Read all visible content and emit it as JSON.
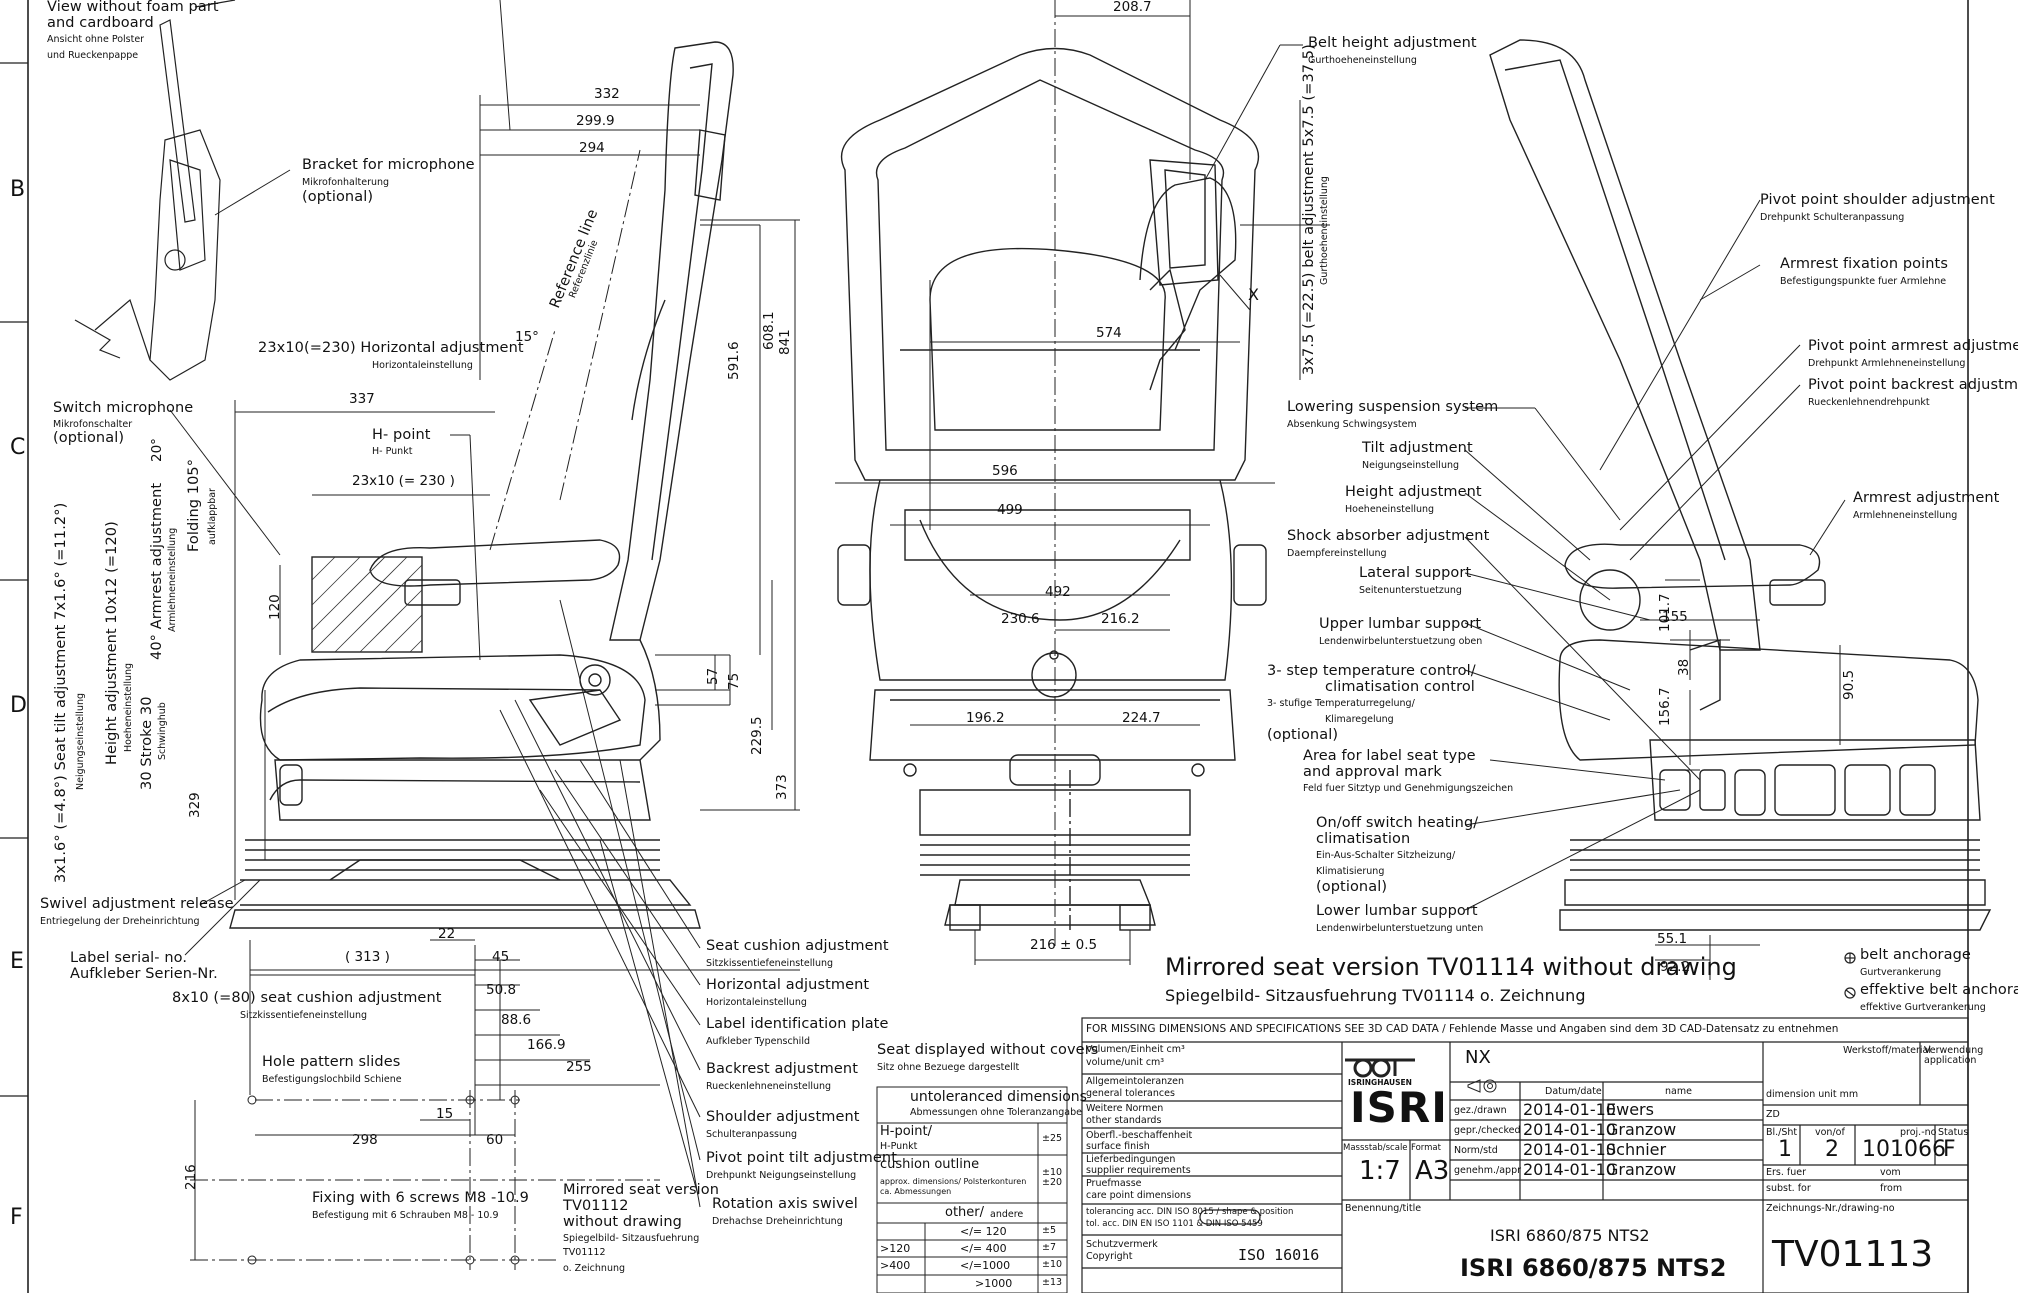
{
  "axis": {
    "rows": [
      "B",
      "C",
      "D",
      "E",
      "F"
    ]
  },
  "labels": {
    "view_without_foam": "View without foam part",
    "and_cardboard": "and cardboard",
    "ansicht_1": "Ansicht ohne Polster",
    "ansicht_2": "und Rueckenpappe",
    "bracket": "Bracket for microphone",
    "bracket_de": "Mikrofonhalterung",
    "bracket_opt": "(optional)",
    "reference_line": "Reference line",
    "reference_line_de": "Referenzlinie",
    "horiz_adj": "23x10(=230) Horizontal adjustment",
    "horiz_adj_de": "Horizontaleinstellung",
    "switch_mic": "Switch microphone",
    "switch_mic_de": "Mikrofonschalter",
    "switch_mic_opt": "(optional)",
    "h_point": "H- point",
    "h_point_de": "H- Punkt",
    "folding": "Folding 105°",
    "folding_de": "aufklappbar",
    "armrest_adj": "40° Armrest adjustment",
    "armrest_adj_de": "Armlehneneinstellung",
    "height_adj_v": "Height adjustment 10x12 (=120)",
    "height_adj_v_de": "Hoeheneinstellung",
    "stroke": "30 Stroke 30",
    "stroke_de": "Schwinghub",
    "seat_tilt": "3x1.6° (=4.8°) Seat tilt adjustment 7x1.6° (=11.2°)",
    "seat_tilt_de": "Neigungseinstellung",
    "swivel_release": "Swivel adjustment release",
    "swivel_release_de": "Entriegelung der Dreheinrichtung",
    "label_serial": "Label serial- no.",
    "label_serial_de": "Aufkleber Serien-Nr.",
    "seat_cushion_8x10": "8x10 (=80) seat cushion adjustment",
    "seat_cushion_8x10_de": "Sitzkissentiefeneinstellung",
    "hole_pattern": "Hole pattern slides",
    "hole_pattern_de": "Befestigungslochbild Schiene",
    "fixing": "Fixing with 6 screws M8 -10.9",
    "fixing_de": "Befestigung mit 6 Schrauben M8 - 10.9",
    "mirrored_1": "Mirrored seat version",
    "mirrored_2": "TV01112",
    "mirrored_3": "without drawing",
    "mirrored_de1": "Spiegelbild- Sitzausfuehrung",
    "mirrored_de2": "TV01112",
    "mirrored_de3": "o. Zeichnung",
    "seat_cushion_adj": "Seat cushion adjustment",
    "seat_cushion_adj_de": "Sitzkissentiefeneinstellung",
    "horizontal_adj": "Horizontal adjustment",
    "horizontal_adj_de": "Horizontaleinstellung",
    "label_plate": "Label identification plate",
    "label_plate_de": "Aufkleber Typenschild",
    "backrest_adj": "Backrest adjustment",
    "backrest_adj_de": "Rueckenlehneneinstellung",
    "shoulder_adj": "Shoulder adjustment",
    "shoulder_adj_de": "Schulteranpassung",
    "pivot_tilt": "Pivot point tilt adjustment",
    "pivot_tilt_de": "Drehpunkt Neigungseinstellung",
    "rotation_axis": "Rotation axis swivel",
    "rotation_axis_de": "Drehachse Dreheinrichtung",
    "belt_height": "Belt height adjustment",
    "belt_height_de": "Gurthoeheneinstellung",
    "belt_height_v": "3x7.5 (=22.5) belt adjustment 5x7.5 (=37.5)",
    "belt_height_v_de": "Gurthoeheneinstellung",
    "lowering": "Lowering suspension system",
    "lowering_de": "Absenkung Schwingsystem",
    "tilt_adj": "Tilt adjustment",
    "tilt_adj_de": "Neigungseinstellung",
    "height_adj": "Height adjustment",
    "height_adj_de": "Hoeheneinstellung",
    "shock": "Shock absorber adjustment",
    "shock_de": "Daempfereinstellung",
    "lateral": "Lateral support",
    "lateral_de": "Seitenunterstuetzung",
    "upper_lumbar": "Upper lumbar support",
    "upper_lumbar_de": "Lendenwirbelunterstuetzung oben",
    "temp_1": "3- step temperature control/",
    "temp_2": "climatisation control",
    "temp_de1": "3- stufige Temperaturregelung/",
    "temp_de2": "Klimaregelung",
    "temp_opt": "(optional)",
    "area_label_1": "Area for label seat type",
    "area_label_2": "and approval mark",
    "area_label_de": "Feld fuer Sitztyp und Genehmigungszeichen",
    "onoff_1": "On/off switch heating/",
    "onoff_2": "climatisation",
    "onoff_de1": "Ein-Aus-Schalter Sitzheizung/",
    "onoff_de2": "Klimatisierung",
    "onoff_opt": "(optional)",
    "lower_lumbar": "Lower lumbar support",
    "lower_lumbar_de": "Lendenwirbelunterstuetzung unten",
    "pivot_shoulder": "Pivot point shoulder adjustment",
    "pivot_shoulder_de": "Drehpunkt Schulteranpassung",
    "armrest_fix": "Armrest fixation points",
    "armrest_fix_de": "Befestigungspunkte fuer Armlehne",
    "pivot_armrest": "Pivot point armrest adjustment",
    "pivot_armrest_de": "Drehpunkt Armlehneneinstellung",
    "pivot_backrest": "Pivot point backrest adjustment",
    "pivot_backrest_de": "Rueckenlehnendrehpunkt",
    "armrest_adj_r": "Armrest adjustment",
    "armrest_adj_r_de": "Armlehneneinstellung",
    "mirrored_big": "Mirrored seat version TV01114 without drawing",
    "mirrored_big_de": "Spiegelbild- Sitzausfuehrung TV01114 o. Zeichnung",
    "belt_anchorage": "belt anchorage",
    "belt_anchorage_de": "Gurtverankerung",
    "eff_belt": "effektive belt anchorage",
    "eff_belt_de": "effektive Gurtverankerung",
    "seat_displayed": "Seat displayed without covers",
    "seat_displayed_de": "Sitz ohne Bezuege dargestellt"
  },
  "dims": {
    "d208": "208.7",
    "d332": "332",
    "d2999": "299.9",
    "d294": "294",
    "d15deg": "15°",
    "d337": "337",
    "d20deg": "20°",
    "d23x10": "23x10 (= 230 )",
    "d120": "120",
    "d6081": "608.1",
    "d841": "841",
    "d5916": "591.6",
    "d57": "57",
    "d75": "75",
    "d2295": "229.5",
    "d373": "373",
    "d329": "329",
    "d22": "22",
    "d313": "( 313 )",
    "d45": "45",
    "d508": "50.8",
    "d886": "88.6",
    "d1669": "166.9",
    "d255": "255",
    "d15": "15",
    "d298": "298",
    "d60": "60",
    "d216v": "216",
    "d574": "574",
    "d596": "596",
    "d499": "499",
    "d492": "492",
    "d2306": "230.6",
    "d2162": "216.2",
    "d1962": "196.2",
    "d2247": "224.7",
    "d216h": "216 ± 0.5",
    "dX": "X",
    "d1017": "101.7",
    "d38": "38",
    "d1567": "156.7",
    "d155": "155",
    "d905": "90.5",
    "d551": "55.1",
    "d922": "92.2"
  },
  "tolerances": {
    "title": "untoleranced dimensions",
    "title_de": "Abmessungen ohne Toleranzangabe",
    "rows": [
      {
        "a": "H-point/",
        "a_de": "H-Punkt",
        "b": "±25"
      },
      {
        "a": "cushion outline",
        "a_de": "approx. dimensions/ Polsterkonturen ca. Abmessungen",
        "b": "±10 ±20"
      },
      {
        "a": "other/",
        "a_de": "andere",
        "b": ""
      },
      {
        "a": "",
        "m": "</= 120",
        "b": "±5"
      },
      {
        "a": ">120",
        "m": "</= 400",
        "b": "±7"
      },
      {
        "a": ">400",
        "m": "</=1000",
        "b": "±10"
      },
      {
        "a": "",
        "m": ">1000",
        "b": "±13"
      }
    ]
  },
  "title_block": {
    "missing_note": "FOR MISSING DIMENSIONS AND SPECIFICATIONS SEE 3D CAD DATA / Fehlende Masse und Angaben sind dem 3D CAD-Datensatz zu entnehmen",
    "left_rows": [
      {
        "de": "Volumen/Einheit cm³",
        "en": "volume/unit cm³"
      },
      {
        "de": "Allgemeintoleranzen",
        "en": "general tolerances"
      },
      {
        "de": "Weitere Normen",
        "en": "other standards"
      },
      {
        "de": "Oberfl.-beschaffenheit",
        "en": "surface finish"
      },
      {
        "de": "Lieferbedingungen",
        "en": "supplier requirements"
      },
      {
        "de": "Pruefmasse",
        "en": "care point dimensions"
      },
      {
        "de": "tolerancing acc. DIN ISO 8015 / shape & position",
        "en": "tol. acc. DIN EN ISO 1101 & DIN ISO 5459"
      },
      {
        "de": "Schutzvermerk",
        "en": "Copyright"
      }
    ],
    "iso": "ISO 16016",
    "logo_text": "ISRINGHAUSEN",
    "logo_brand": "ISRI",
    "nx": "NX",
    "scale_label": "Massstab/scale",
    "format_label": "Format",
    "scale": "1:7",
    "format": "A3",
    "date_header": "Datum/date",
    "name_header": "name",
    "sign_rows": [
      {
        "role": "gez./drawn",
        "date": "2014-01-10",
        "name": "Ewers"
      },
      {
        "role": "gepr./checked",
        "date": "2014-01-10",
        "name": "Granzow"
      },
      {
        "role": "Norm/std",
        "date": "2014-01-10",
        "name": "Schnier"
      },
      {
        "role": "genehm./appr",
        "date": "2014-01-10",
        "name": "Granzow"
      }
    ],
    "werkstoff": "Werkstoff/material",
    "verwendung": "Verwendung application",
    "dimension_unit": "dimension unit mm",
    "zd": "ZD",
    "bl_sht": "Bl./Sht",
    "von_of": "von/of",
    "proj_no_label": "proj.-no",
    "status_label": "Status",
    "sheet": "1",
    "of": "2",
    "proj_no": "101066",
    "status": "F",
    "ers_fuer": "Ers. fuer",
    "subst_for": "subst. for",
    "vom": "vom",
    "from": "from",
    "benennung": "Benennung/title",
    "title_small": "ISRI 6860/875 NTS2",
    "title_big": "ISRI 6860/875 NTS2",
    "zeichnungs_nr": "Zeichnungs-Nr./drawing-no",
    "drawing_no": "TV01113"
  }
}
